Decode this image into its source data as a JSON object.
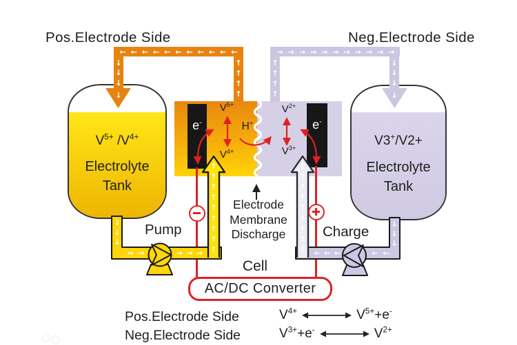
{
  "titles": {
    "pos": "Pos.Electrode Side",
    "neg": "Neg.Electrode Side"
  },
  "tank_left": {
    "ions": "V^{5+} /V^{4+}",
    "name1": "Electrolyte",
    "name2": "Tank"
  },
  "tank_right": {
    "ions": "V3^{+}/V2+",
    "name1": "Electrolyte",
    "name2": "Tank"
  },
  "cell": {
    "electron_left": "e^{-}",
    "electron_right": "e^{-}",
    "ion_left_top": "V^{5+}",
    "ion_left_bottom": "V^{4+}",
    "ion_right_top": "V^{2+}",
    "ion_right_bottom": "V^{3+}",
    "proton": "H^{+}"
  },
  "labels": {
    "pump": "Pump",
    "charge": "Charge",
    "cell": "Cell",
    "converter": "AC/DC Converter",
    "membrane_line1": "Electrode",
    "membrane_line2": "Membrane",
    "membrane_line3": "Discharge"
  },
  "reactions": {
    "pos_label": "Pos.Electrode Side",
    "pos_lhs": "V^{4+}",
    "pos_rhs": "V^{5+}+e^{-}",
    "neg_label": "Neg.Electrode Side",
    "neg_lhs": "V^{3+}+e^{-}",
    "neg_rhs": "V^{2+}"
  },
  "colors": {
    "orange": "#e8830f",
    "yellow": "#ffd60a",
    "lavender": "#ccc6e1",
    "red": "#df2124"
  }
}
